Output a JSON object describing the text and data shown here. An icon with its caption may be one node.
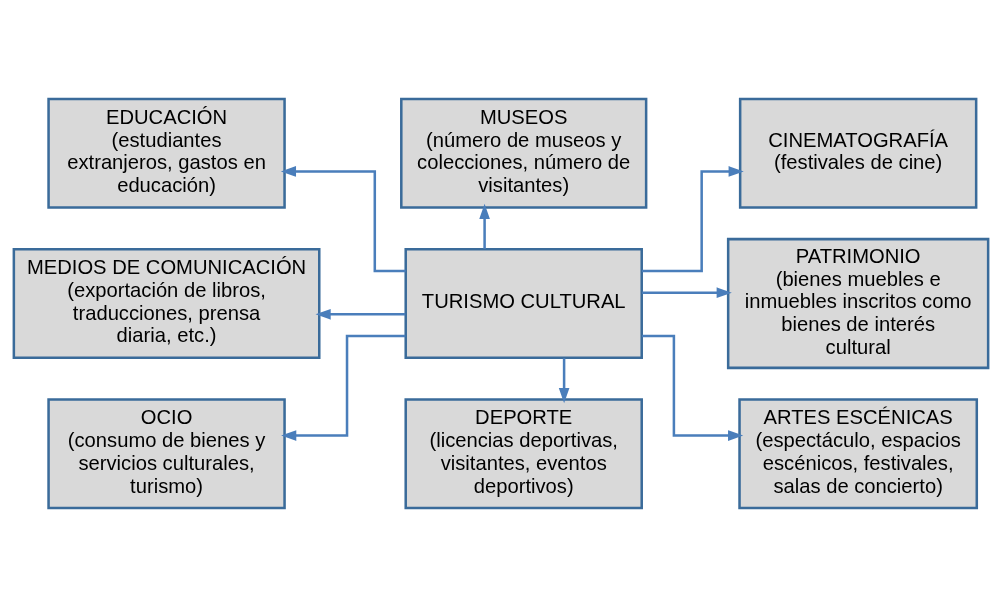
{
  "diagram": {
    "nodes": [
      {
        "text": [
          "TURISMO CULTURAL"
        ]
      },
      {
        "text": [
          "MUSEOS",
          "(número de museos y colecciones, número de visitantes)"
        ]
      },
      {
        "text": [
          "EDUCACIÓN",
          "(estudiantes extranjeros, gastos en educación)"
        ]
      },
      {
        "text": [
          "MEDIOS DE COMUNICACIÓN",
          "(exportación de libros, traducciones, prensa diaria, etc.)"
        ]
      },
      {
        "text": [
          "OCIO",
          "(consumo de bienes y servicios culturales, turismo)"
        ]
      },
      {
        "text": [
          "CINEMATOGRAFÍA",
          "(festivales de cine)"
        ]
      },
      {
        "text": [
          "PATRIMONIO",
          "(bienes muebles e inmuebles inscritos como bienes de interés cultural"
        ]
      },
      {
        "text": [
          "ARTES ESCÉNICAS",
          "(espectáculo, espacios escénicos, festivales, salas de concierto)"
        ]
      },
      {
        "text": [
          "DEPORTE",
          "(licencias deportivas, visitantes, eventos deportivos)"
        ]
      }
    ],
    "edges": [
      {
        "from": 0,
        "to": 1,
        "arrow": "to"
      },
      {
        "from": 0,
        "to": 2,
        "arrow": "to"
      },
      {
        "from": 0,
        "to": 3,
        "arrow": "to"
      },
      {
        "from": 0,
        "to": 4,
        "arrow": "to"
      },
      {
        "from": 0,
        "to": 5,
        "arrow": "to"
      },
      {
        "from": 0,
        "to": 6,
        "arrow": "to"
      },
      {
        "from": 0,
        "to": 7,
        "arrow": "to"
      },
      {
        "from": 0,
        "to": 8,
        "arrow": "to"
      }
    ]
  }
}
